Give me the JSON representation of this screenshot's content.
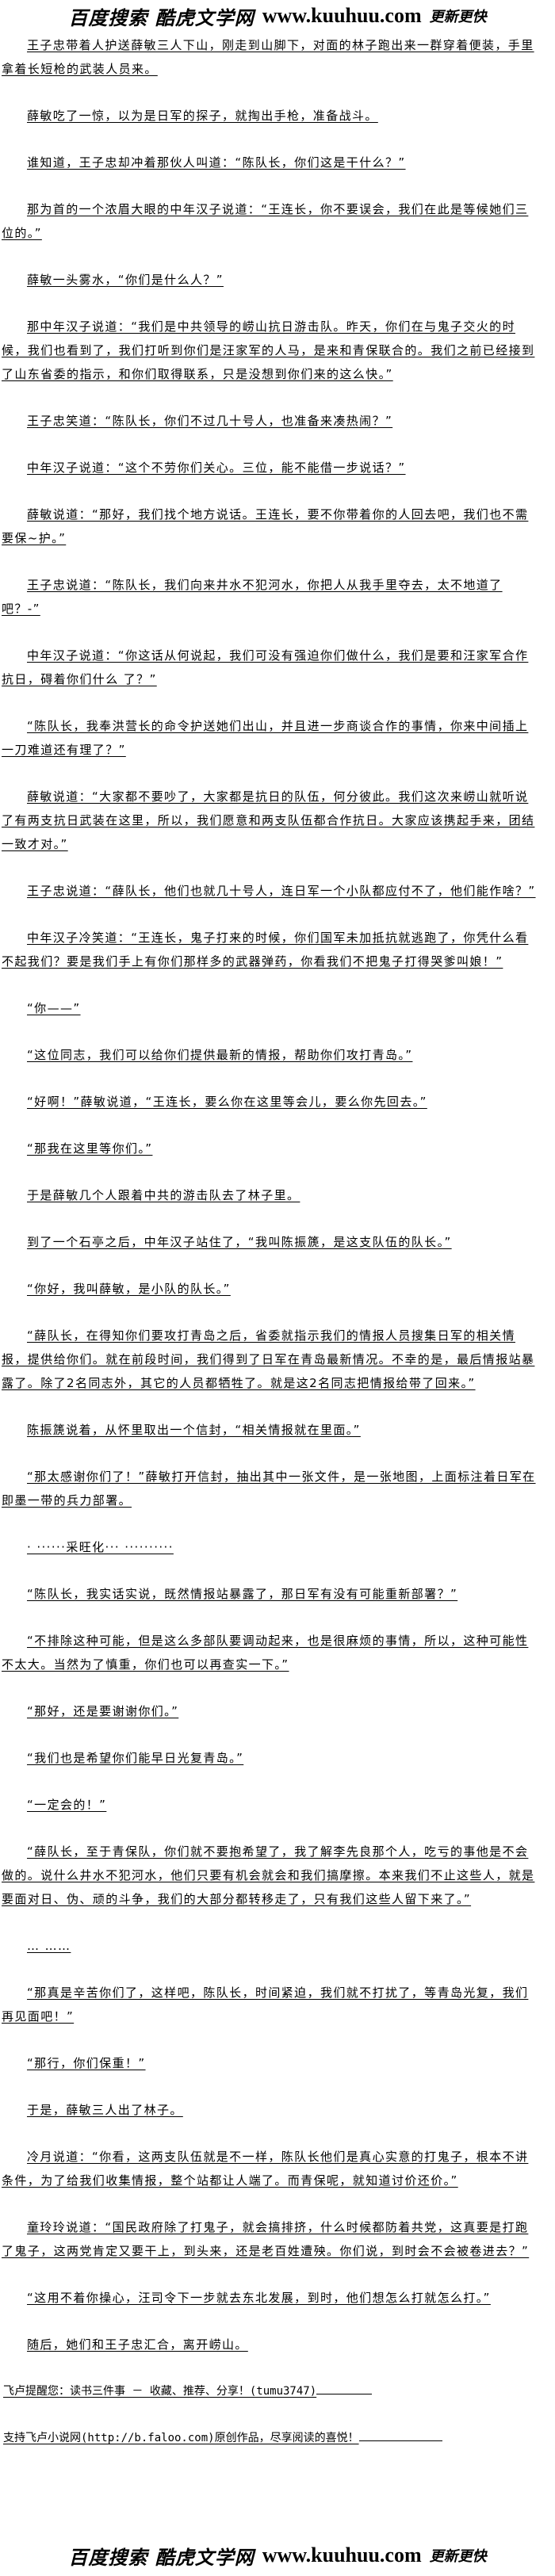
{
  "banner": {
    "search_text": "百度搜索 酷虎文学网",
    "url": "www.kuuhuu.com",
    "tagline": "更新更快"
  },
  "paragraphs": [
    "王子忠带着人护送薛敏三人下山，刚走到山脚下，对面的林子跑出来一群穿着便装，手里拿着长短枪的武装人员来。",
    "薛敏吃了一惊，以为是日军的探子，就掏出手枪，准备战斗。",
    "谁知道，王子忠却冲着那伙人叫道：“陈队长，你们这是干什么？”",
    "那为首的一个浓眉大眼的中年汉子说道：“王连长，你不要误会，我们在此是等候她们三位的。”",
    "薛敏一头雾水，“你们是什么人？”",
    "那中年汉子说道：“我们是中共领导的崂山抗日游击队。昨天，你们在与鬼子交火的时候，我们也看到了，我们打听到你们是汪家军的人马，是来和青保联合的。我们之前已经接到了山东省委的指示，和你们取得联系，只是没想到你们来的这么快。”",
    "王子忠笑道：“陈队长，你们不过几十号人，也准备来凑热闹？”",
    "中年汉子说道：“这个不劳你们关心。三位，能不能借一步说话？”",
    "薛敏说道：“那好，我们找个地方说话。王连长，要不你带着你的人回去吧，我们也不需要保~护。”",
    "王子忠说道：“陈队长，我们向来井水不犯河水，你把人从我手里夺去，太不地道了吧？-”",
    "中年汉子说道：“你这话从何说起，我们可没有强迫你们做什么，我们是要和汪家军合作抗日，碍着你们什么 了？”",
    "“陈队长，我奉洪营长的命令护送她们出山，并且进一步商谈合作的事情，你来中间插上一刀难道还有理了？”",
    "薛敏说道：“大家都不要吵了，大家都是抗日的队伍，何分彼此。我们这次来崂山就听说了有两支抗日武装在这里，所以，我们愿意和两支队伍都合作抗日。大家应该携起手来，团结一致才对。”",
    "王子忠说道：“薛队长，他们也就几十号人，连日军一个小队都应付不了，他们能作啥？”",
    "中年汉子冷笑道：“王连长，鬼子打来的时候，你们国军未加抵抗就逃跑了，你凭什么看不起我们？要是我们手上有你们那样多的武器弹药，你看我们不把鬼子打得哭爹叫娘！”",
    "“你——”",
    "“这位同志，我们可以给你们提供最新的情报，帮助你们攻打青岛。”",
    "“好啊！”薛敏说道，“王连长，要么你在这里等会儿，要么你先回去。”",
    "“那我在这里等你们。”",
    "于是薛敏几个人跟着中共的游击队去了林子里。",
    "到了一个石亭之后，中年汉子站住了，“我叫陈振篪，是这支队伍的队长。”",
    "“你好，我叫薛敏，是小队的队长。”",
    "“薛队长，在得知你们要攻打青岛之后，省委就指示我们的情报人员搜集日军的相关情报，提供给你们。就在前段时间，我们得到了日军在青岛最新情况。不幸的是，最后情报站暴露了。除了2名同志外，其它的人员都牺牲了。就是这2名同志把情报给带了回来。”",
    "陈振篪说着，从怀里取出一个信封，“相关情报就在里面。”",
    "“那太感谢你们了！”薛敏打开信封，抽出其中一张文件，是一张地图，上面标注着日军在即墨一带的兵力部署。",
    "· ······采旺化··· ··········",
    "“陈队长，我实话实说，既然情报站暴露了，那日军有没有可能重新部署？”",
    "“不排除这种可能，但是这么多部队要调动起来，也是很麻烦的事情，所以，这种可能性不太大。当然为了慎重，你们也可以再查实一下。”",
    "“那好，还是要谢谢你们。”",
    "“我们也是希望你们能早日光复青岛。”",
    "“一定会的！”",
    "“薛队长，至于青保队，你们就不要抱希望了，我了解李先良那个人，吃亏的事他是不会做的。说什么井水不犯河水，他们只要有机会就会和我们搞摩擦。本来我们不止这些人，就是要面对日、伪、顽的斗争，我们的大部分都转移走了，只有我们这些人留下来了。”",
    "… ……",
    "“那真是辛苦你们了，这样吧，陈队长，时间紧迫，我们就不打扰了，等青岛光复，我们再见面吧！”",
    "“那行，你们保重！”",
    "于是，薛敏三人出了林子。",
    "冷月说道：“你看，这两支队伍就是不一样，陈队长他们是真心实意的打鬼子，根本不讲条件，为了给我们收集情报，整个站都让人端了。而青保呢，就知道讨价还价。”",
    "童玲玲说道：“国民政府除了打鬼子，就会搞排挤，什么时候都防着共党，这真要是打跑了鬼子，这两党肯定又要干上，到头来，还是老百姓遭殃。你们说，到时会不会被卷进去？”",
    "“这用不着你操心，汪司令下一步就去东北发展，到时，他们想怎么打就怎么打。”",
    "随后，她们和王子忠汇合，离开崂山。"
  ],
  "footer": {
    "reminder": "飞卢提醒您：读书三件事 － 收藏、推荐、分享！(tumu3747)",
    "support": "支持飞卢小说网(http://b.faloo.com)原创作品，尽享阅读的喜悦！"
  }
}
